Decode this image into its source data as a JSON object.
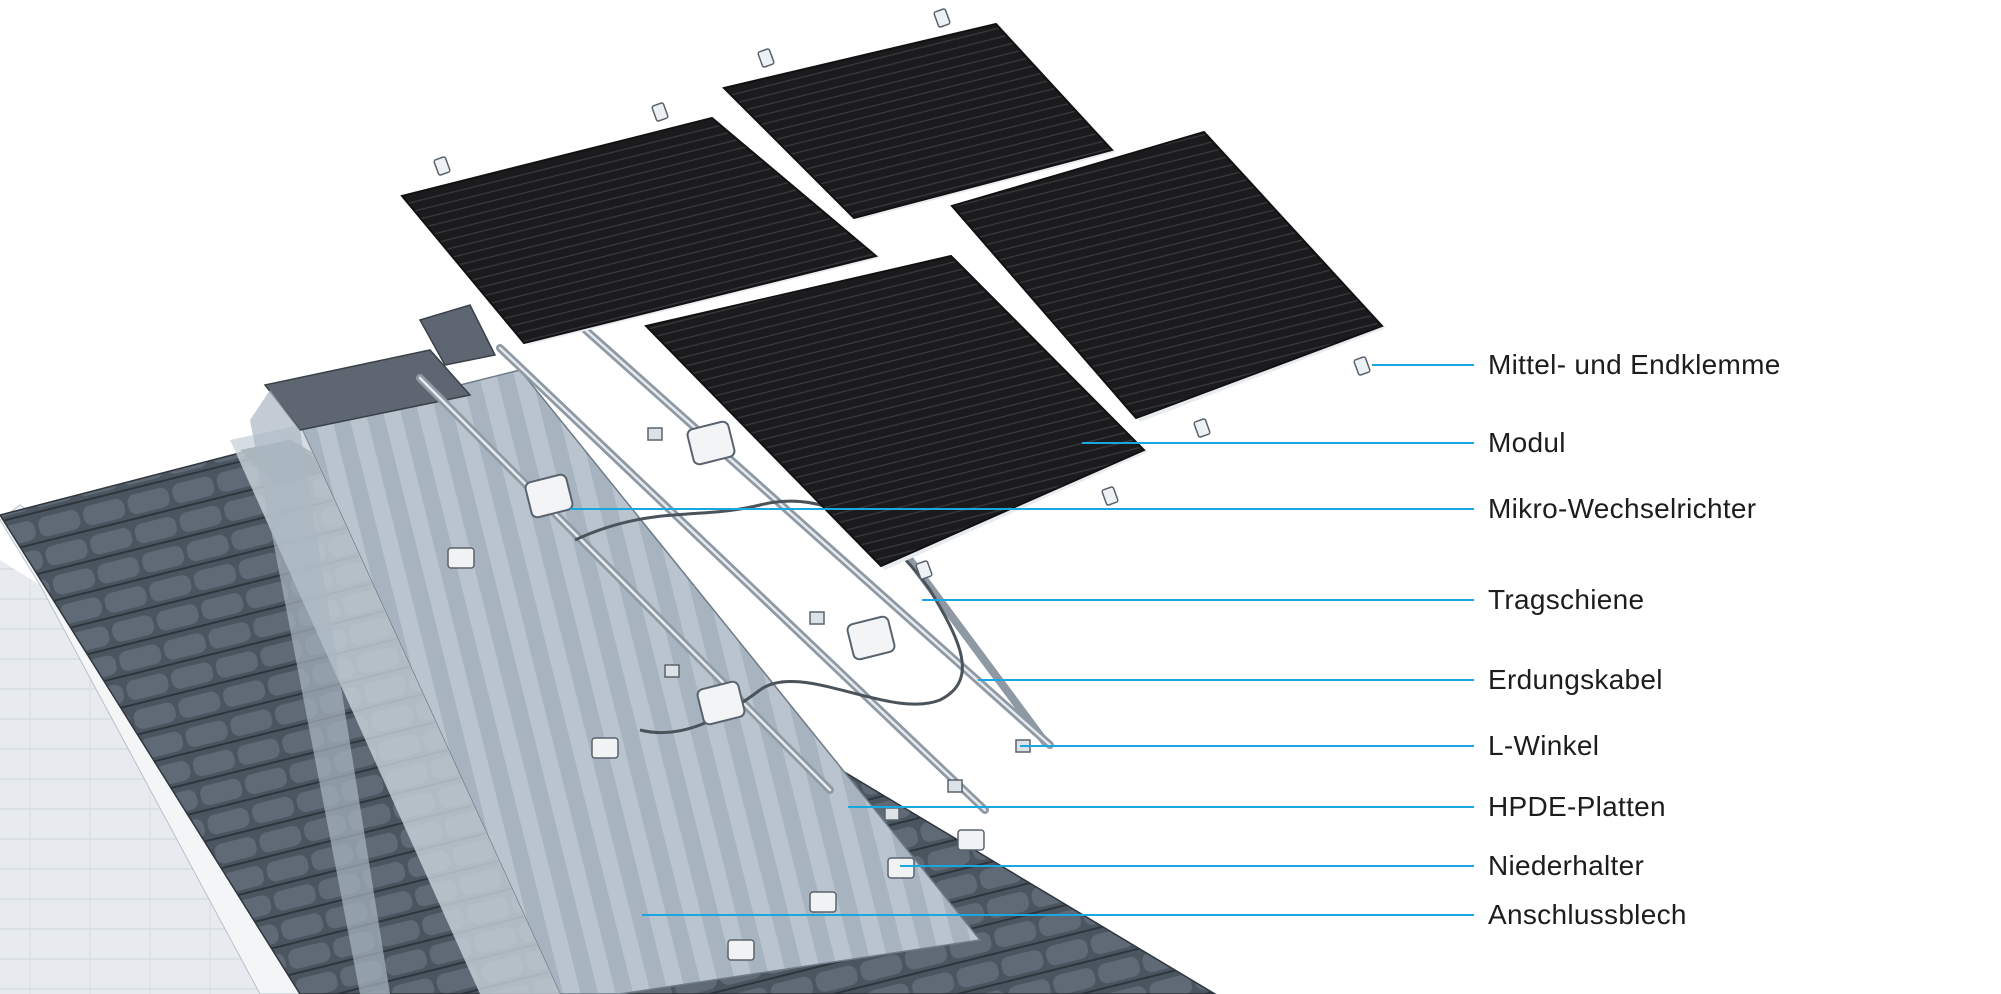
{
  "diagram": {
    "accent_color": "#1aa6df",
    "callouts": [
      {
        "id": "mittel-und-endklemme",
        "label": "Mittel- und Endklemme"
      },
      {
        "id": "modul",
        "label": "Modul"
      },
      {
        "id": "mikro-wechselrichter",
        "label": "Mikro-Wechselrichter"
      },
      {
        "id": "tragschiene",
        "label": "Tragschiene"
      },
      {
        "id": "erdungskabel",
        "label": "Erdungskabel"
      },
      {
        "id": "l-winkel",
        "label": "L-Winkel"
      },
      {
        "id": "hpde-platten",
        "label": "HPDE-Platten"
      },
      {
        "id": "niederhalter",
        "label": "Niederhalter"
      },
      {
        "id": "anschlussblech",
        "label": "Anschlussblech"
      }
    ]
  }
}
